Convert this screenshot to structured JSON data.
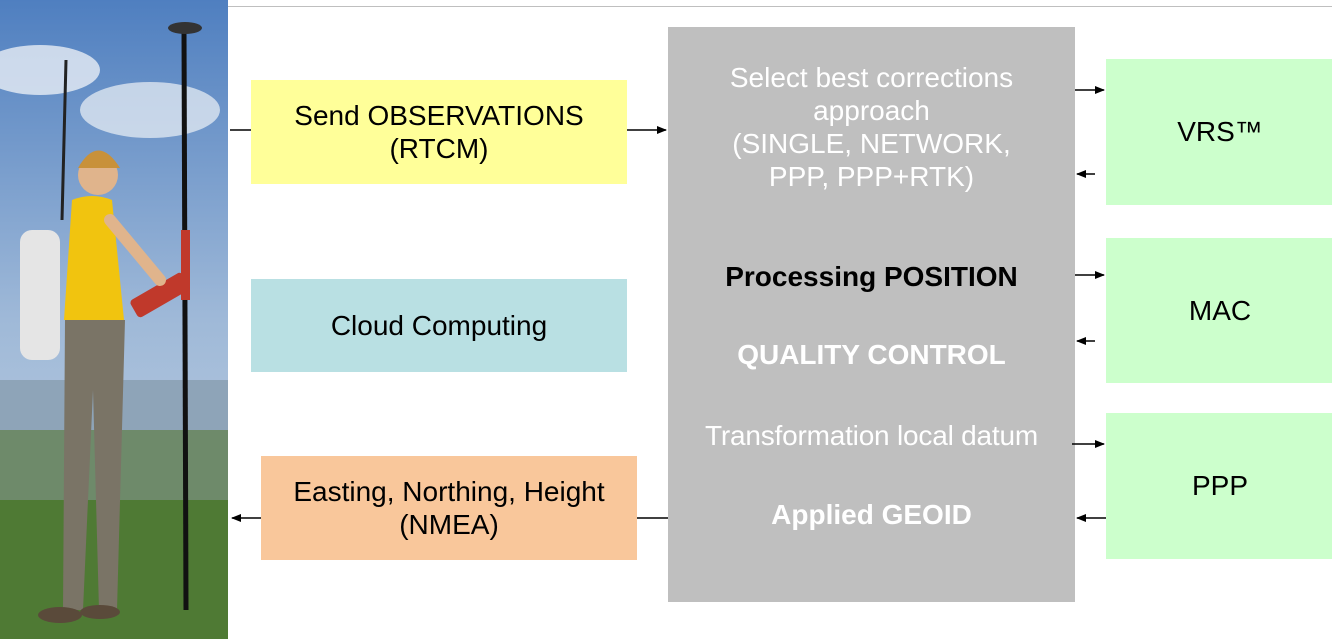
{
  "boxes": {
    "observations": [
      "Send OBSERVATIONS",
      "(RTCM)"
    ],
    "cloud": "Cloud Computing",
    "output": [
      "Easting, Northing, Height",
      "(NMEA)"
    ]
  },
  "center": {
    "approach": [
      "Select best corrections",
      "approach",
      "(SINGLE, NETWORK,",
      "PPP, PPP+RTK)"
    ],
    "processing": "Processing POSITION",
    "quality": "QUALITY CONTROL",
    "transformation": "Transformation local datum",
    "geoid": "Applied GEOID"
  },
  "services": {
    "vrs": "VRS™",
    "mac": "MAC",
    "ppp": "PPP"
  },
  "colors": {
    "observations_fill": "#ffff99",
    "cloud_fill": "#b9e0e3",
    "output_fill": "#f9c79b",
    "center_fill": "#bfbfbf",
    "service_fill": "#ccffcc"
  }
}
